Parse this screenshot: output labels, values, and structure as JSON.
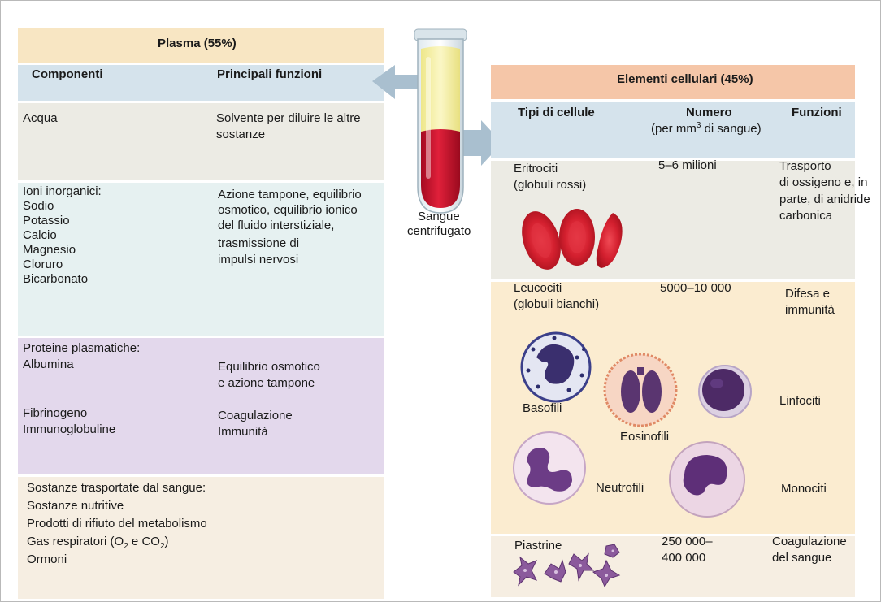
{
  "plasma": {
    "title": "Plasma (55%)",
    "col_components": "Componenti",
    "col_functions": "Principali funzioni",
    "acqua": {
      "name": "Acqua",
      "func_1": "Solvente per diluire le altre",
      "func_2": "sostanze"
    },
    "ioni": {
      "heading": "Ioni inorganici:",
      "items": [
        "Sodio",
        "Potassio",
        "Calcio",
        "Magnesio",
        "Cloruro",
        "Bicarbonato"
      ],
      "func": [
        "Azione tampone, equilibrio",
        "osmotico, equilibrio ionico",
        "del fluido interstiziale,",
        "trasmissione di",
        "impulsi nervosi"
      ]
    },
    "proteine": {
      "heading": "Proteine plasmatiche:",
      "albumina": "Albumina",
      "albumina_func_1": "Equilibrio osmotico",
      "albumina_func_2": "e azione tampone",
      "fibrinogeno": "Fibrinogeno",
      "fibrinogeno_func": "Coagulazione",
      "immuno": "Immunoglobuline",
      "immuno_func": "Immunità"
    },
    "sostanze": {
      "heading": "Sostanze trasportate dal sangue:",
      "nutritive": "Sostanze nutritive",
      "rifiuto": "Prodotti di rifiuto del metabolismo",
      "gas_prefix": "Gas respiratori (O",
      "gas_sub1": "2",
      "gas_mid": " e CO",
      "gas_sub2": "2",
      "gas_suffix": ")",
      "ormoni": "Ormoni"
    }
  },
  "tube": {
    "label_1": "Sangue",
    "label_2": "centrifugato"
  },
  "cellular": {
    "title": "Elementi cellulari (45%)",
    "col_types": "Tipi di cellule",
    "col_number": "Numero",
    "col_number_sub_prefix": "(per mm",
    "col_number_sub_sup": "3",
    "col_number_sub_suffix": " di sangue)",
    "col_functions": "Funzioni",
    "eritrociti": {
      "name": "Eritrociti",
      "alt": "(globuli rossi)",
      "number": "5–6 milioni",
      "func": [
        "Trasporto",
        "di ossigeno e, in",
        "parte, di anidride",
        "carbonica"
      ]
    },
    "leucociti": {
      "name": "Leucociti",
      "alt": "(globuli bianchi)",
      "number": "5000–10 000",
      "func_1": "Difesa e",
      "func_2": "immunità",
      "basofili": "Basofili",
      "eosinofili": "Eosinofili",
      "linfociti": "Linfociti",
      "neutrofili": "Neutrofili",
      "monociti": "Monociti"
    },
    "piastrine": {
      "name": "Piastrine",
      "number_1": "250 000–",
      "number_2": "400 000",
      "func_1": "Coagulazione",
      "func_2": "del sangue"
    }
  },
  "colors": {
    "plasma_yellow": "#f6f0a0",
    "blood_red": "#c8102e",
    "arrow_blue": "#a9bfcf"
  }
}
